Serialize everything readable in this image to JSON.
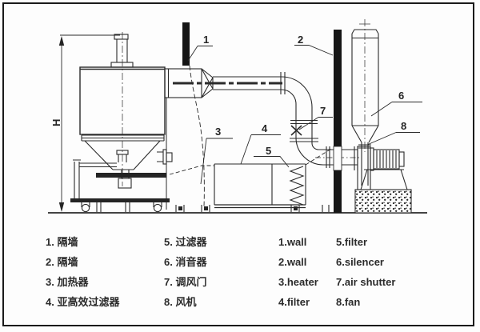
{
  "colors": {
    "line": "#2a2a2a",
    "wall_fill": "#161616",
    "dark_fill": "#242424",
    "background": "#fdfdfd",
    "border": "#1a1a1a"
  },
  "callouts": {
    "dim": "H",
    "c1": "1",
    "c2": "2",
    "c3": "3",
    "c4": "4",
    "c5": "5",
    "c6": "6",
    "c7": "7",
    "c8": "8"
  },
  "legend": {
    "cn": [
      "1. 隔墙",
      "2. 隔墙",
      "3. 加热器",
      "4. 亚高效过滤器",
      "5. 过滤器",
      "6. 消音器",
      "7. 调风门",
      "8. 风机"
    ],
    "en": [
      "1.wall",
      "2.wall",
      "3.heater",
      "4.filter",
      "5.filter",
      "6.silencer",
      "7.air shutter",
      "8.fan"
    ]
  }
}
